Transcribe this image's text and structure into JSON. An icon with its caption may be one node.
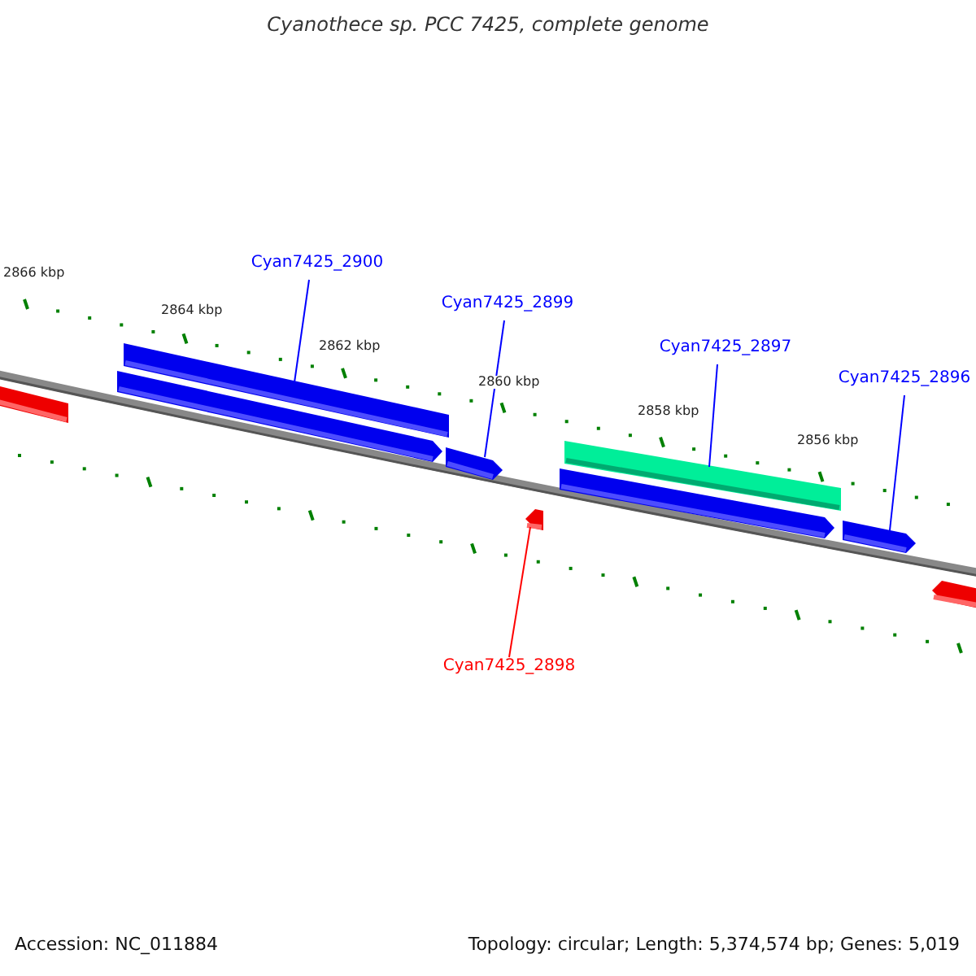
{
  "diagram": {
    "title": "Cyanothece sp. PCC 7425, complete genome",
    "nodes": [
      {
        "text": [
          "Cyan7425_2900"
        ]
      },
      {
        "text": [
          "Cyan7425_2899"
        ]
      },
      {
        "text": [
          "Cyan7425_2897"
        ]
      },
      {
        "text": [
          "Cyan7425_2896"
        ]
      },
      {
        "text": [
          "Cyan7425_2898"
        ]
      },
      {
        "text": [],
        "shape": "bar"
      },
      {
        "text": [],
        "shape": "bar"
      },
      {
        "text": [],
        "shape": "bar"
      },
      {
        "text": [],
        "shape": "bar"
      },
      {
        "text": [],
        "shape": "bar"
      },
      {
        "text": [],
        "shape": "bar"
      },
      {
        "text": [],
        "shape": "bar"
      },
      {
        "text": [],
        "shape": "bar"
      },
      {
        "text": [],
        "shape": "bar"
      }
    ],
    "edges": [
      {
        "from": 0,
        "to": 6,
        "arrow": "none"
      },
      {
        "from": 1,
        "to": 8,
        "arrow": "none"
      },
      {
        "from": 2,
        "to": 11,
        "arrow": "none"
      },
      {
        "from": 3,
        "to": 12,
        "arrow": "none"
      },
      {
        "from": 4,
        "to": 9,
        "arrow": "none",
        "color": "#ff0000"
      }
    ],
    "labels": [
      "2866 kbp",
      "2864 kbp",
      "2862 kbp",
      "2860 kbp",
      "2858 kbp",
      "2856 kbp",
      "Accession: NC_011884",
      "Topology: circular; Length: 5,374,574 bp; Genes: 5,019"
    ]
  }
}
